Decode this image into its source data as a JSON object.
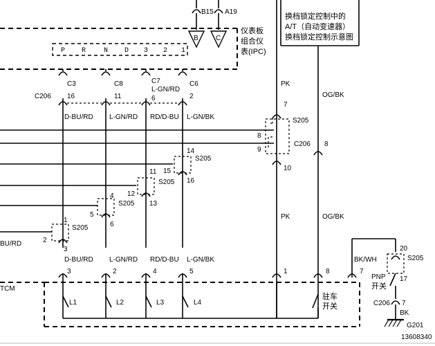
{
  "ipc": {
    "title_lines": [
      "仪表板",
      "组合仪",
      "表(IPC)"
    ]
  },
  "ipc_top_pins": [
    {
      "id": "B15",
      "letter": "B"
    },
    {
      "id": "A19",
      "letter": "C"
    }
  ],
  "gears": [
    "P",
    "R",
    "N",
    "D",
    "3",
    "2",
    "1"
  ],
  "shift_lock_note": [
    "换档锁定控制中的",
    "A/T（自动变速器）",
    "换档锁定控制示意图"
  ],
  "ipc_connectors": [
    {
      "label": "C3",
      "pin": "16",
      "wire": "D-BU/RD"
    },
    {
      "label": "C8",
      "pin": "11",
      "wire": "L-GN/RD"
    },
    {
      "label": "C7",
      "sub": "L-GN/RD",
      "pin": "6",
      "wire": "RD/D-BU"
    },
    {
      "label": "C6",
      "pin": "2",
      "wire": "L-GN/BK"
    }
  ],
  "c206_label": "C206",
  "splice_label": "S205",
  "splice_pins": {
    "a": [
      "8",
      "9"
    ],
    "b": [
      "14",
      "15",
      "16"
    ],
    "c": [
      "11",
      "12",
      "13"
    ],
    "d": [
      "4",
      "5",
      "6"
    ],
    "e": [
      "1",
      "2",
      "3"
    ]
  },
  "right_wires": {
    "pk_top": "PK",
    "pk_pin_top": "7",
    "pk_pin_bottom": "10",
    "pk_mid": "PK",
    "ogbk_top": "OG/BK",
    "ogbk_pin": "8",
    "ogbk_mid": "OG/BK"
  },
  "left_cut_wire": "BU/RD",
  "tcm": {
    "label": "TCM",
    "pins": [
      "3",
      "2",
      "4",
      "5",
      "1",
      "8",
      "7"
    ],
    "wires_bottom": [
      "D-BU/RD",
      "L-GN/RD",
      "RD/D-BU",
      "L-GN/BK"
    ],
    "switches": [
      "L1",
      "L2",
      "L3",
      "L4"
    ],
    "park_switch": [
      "驻车",
      "开关"
    ]
  },
  "pnp": {
    "wire": "BK/WH",
    "pin_top": "20",
    "pin_bottom": "17",
    "label": [
      "PNP",
      "开关"
    ],
    "c206_pin": "7",
    "ground_wire": "BK",
    "ground": "G201"
  },
  "figure_id": "13608340"
}
